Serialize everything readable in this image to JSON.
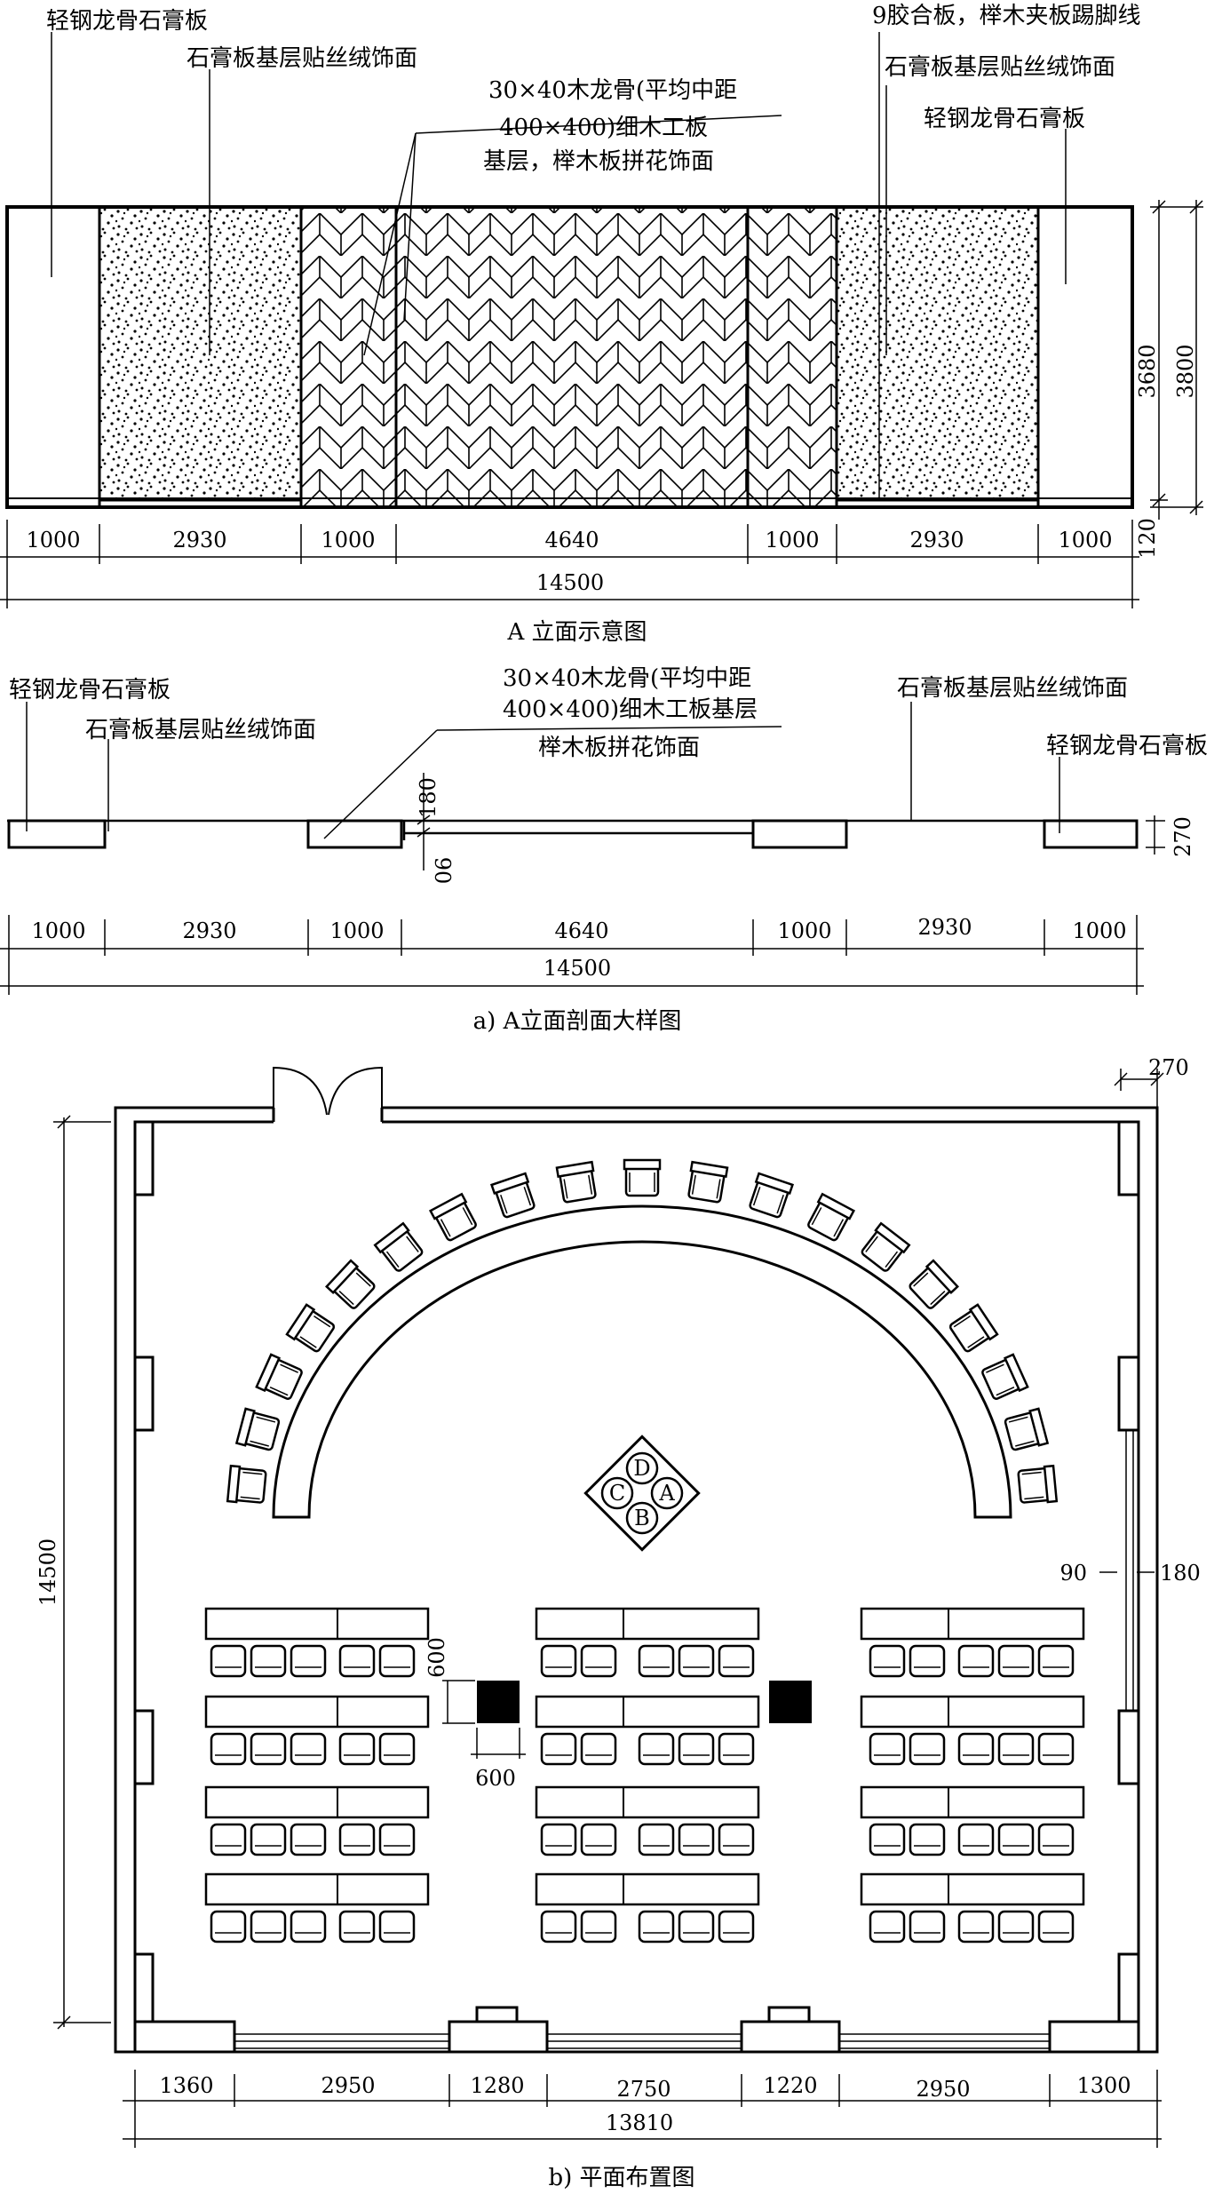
{
  "elevation": {
    "labels": {
      "left_board": "轻钢龙骨石膏板",
      "left_velvet": "石膏板基层贴丝绒饰面",
      "keel_line1": "30×40木龙骨(平均中距",
      "keel_line2": "400×400)细木工板",
      "keel_line3": "基层，榉木板拼花饰面",
      "skirting": "9胶合板，榉木夹板踢脚线",
      "right_velvet": "石膏板基层贴丝绒饰面",
      "right_board": "轻钢龙骨石膏板"
    },
    "segments": [
      "1000",
      "2930",
      "1000",
      "4640",
      "1000",
      "2930",
      "1000"
    ],
    "total": "14500",
    "heights": {
      "inner": "3680",
      "outer": "3800",
      "base": "120"
    },
    "caption": "A 立面示意图"
  },
  "section": {
    "labels": {
      "left_board": "轻钢龙骨石膏板",
      "left_velvet": "石膏板基层贴丝绒饰面",
      "keel_line1": "30×40木龙骨(平均中距",
      "keel_line2": "400×400)细木工板基层",
      "keel_line3": "榉木板拼花饰面",
      "right_velvet": "石膏板基层贴丝绒饰面",
      "right_board": "轻钢龙骨石膏板"
    },
    "dims": {
      "d180": "180",
      "d90": "90",
      "d270": "270"
    },
    "segments": [
      "1000",
      "2930",
      "1000",
      "4640",
      "1000",
      "2930",
      "1000"
    ],
    "total": "14500",
    "caption": "a) A立面剖面大样图"
  },
  "plan": {
    "dims": {
      "wall": "270",
      "height": "14500",
      "d90": "90",
      "d180": "180",
      "pillar_v": "600",
      "pillar_h": "600"
    },
    "table_letters": [
      "A",
      "B",
      "C",
      "D"
    ],
    "segments": [
      "1360",
      "2950",
      "1280",
      "2750",
      "1220",
      "2950",
      "1300"
    ],
    "total": "13810",
    "caption": "b) 平面布置图"
  }
}
